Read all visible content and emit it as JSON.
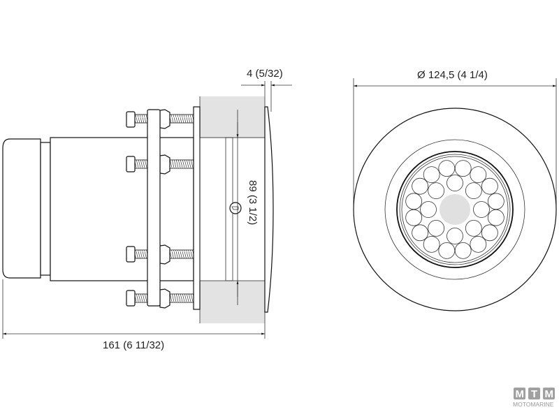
{
  "dimensions": {
    "length": "161 (6 11/32)",
    "bezel_thickness": "4 (5/32)",
    "diameter": "Ø 124,5 (4 1/4)",
    "cutout": "89 (3 1/2)"
  },
  "logo": {
    "letters": [
      "M",
      "T",
      "M"
    ],
    "text": "MOTOMARINE"
  },
  "colors": {
    "line": "#111111",
    "wall": "#e3e3e3",
    "lens_center": "#e0e0e0",
    "logo": "#a0a0a0"
  }
}
